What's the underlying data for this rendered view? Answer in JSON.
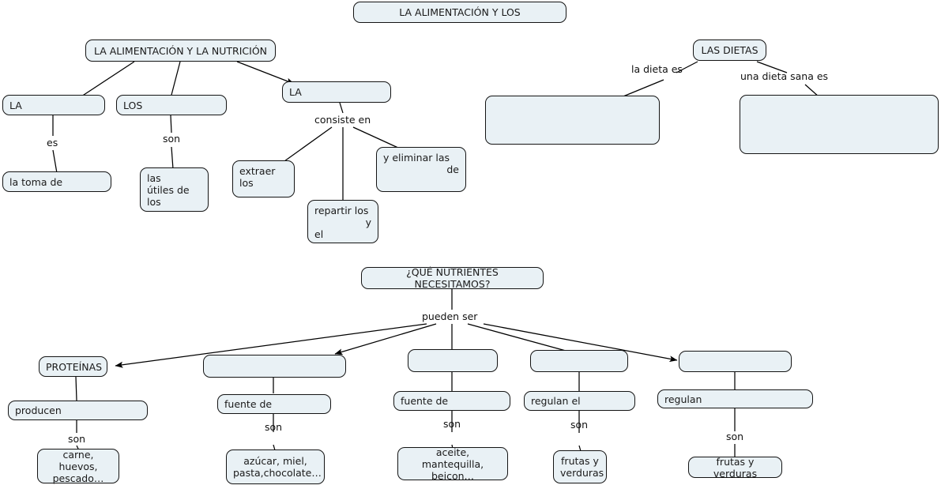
{
  "diagram": {
    "title": "Concept map: La alimentacion y los nutrientes",
    "colors": {
      "node_fill": "#e9f1f5",
      "node_stroke": "#141414",
      "text": "#1a1a1a",
      "edge": "#000000",
      "background": "#ffffff"
    },
    "nodes": {
      "root_top": "LA ALIMENTACIÓN Y LOS",
      "alimentacion_nutricion": "LA ALIMENTACIÓN Y LA NUTRICIÓN",
      "la_1": "LA",
      "los_1": "LOS",
      "la_2": "LA",
      "la_toma_de": "la toma de",
      "las_utiles_line1": "las",
      "las_utiles_line2": "útiles de los",
      "extraer_los": "extraer los",
      "repartir_line1": "repartir los",
      "repartir_line2": "y",
      "repartir_line3": "el",
      "eliminar_line1": "y eliminar las",
      "eliminar_line2": "de",
      "las_dietas": "LAS DIETAS",
      "dieta_box_left": "",
      "dieta_box_right": "",
      "que_nutrientes": "¿QUÉ NUTRIENTES NECESITAMOS?",
      "proteinas": "PROTEÍNAS",
      "nutriente_2": "",
      "nutriente_3": "",
      "nutriente_4": "",
      "nutriente_5": "",
      "producen": "producen",
      "fuente_de_2": "fuente de",
      "fuente_de_3": "fuente de",
      "regulan_el": "regulan el",
      "regulan": "regulan",
      "carne_huevos_line1": "carne, huevos,",
      "carne_huevos_line2": "pescado…",
      "azucar_line1": "azúcar, miel,",
      "azucar_line2": "pasta,chocolate…",
      "aceite_line1": "aceite, mantequilla,",
      "aceite_line2": "beicon…",
      "frutas_verduras_1_line1": "frutas y",
      "frutas_verduras_1_line2": "verduras",
      "frutas_verduras_2": "frutas y verduras"
    },
    "link_labels": {
      "es": "es",
      "son_1": "son",
      "consiste_en": "consiste en",
      "la_dieta_es": "la dieta es",
      "una_dieta_sana_es": "una dieta sana es",
      "pueden_ser": "pueden ser",
      "son_proteinas": "son",
      "son_azucar": "son",
      "son_aceite": "son",
      "son_frutas1": "son",
      "son_frutas2": "son"
    }
  }
}
